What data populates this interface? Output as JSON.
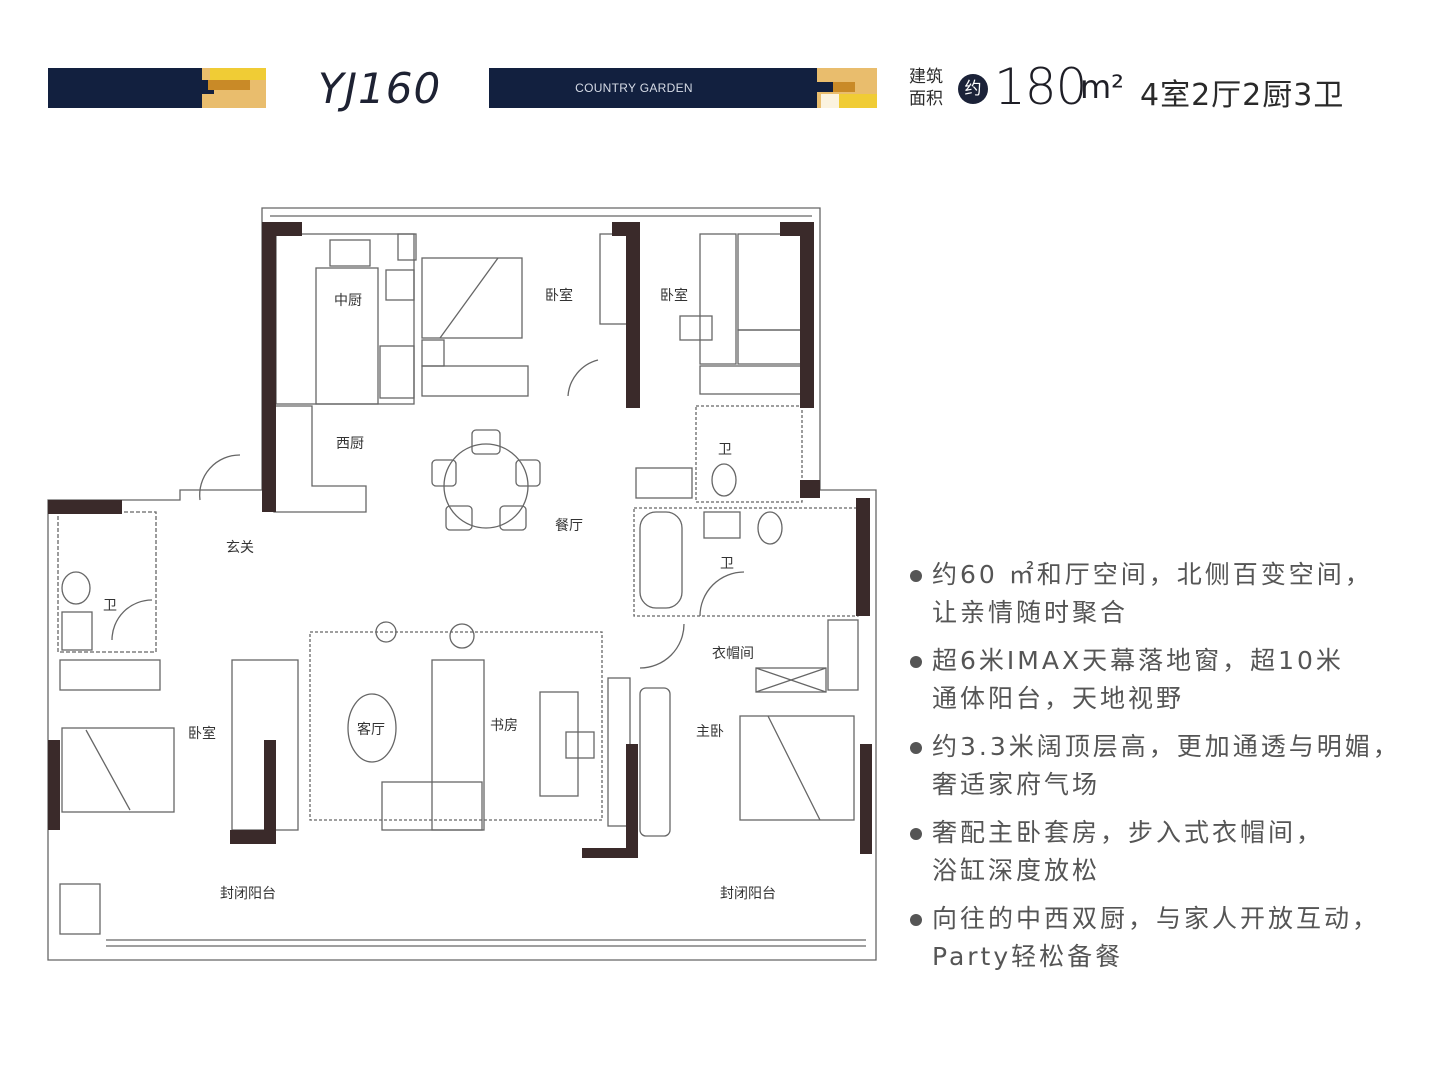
{
  "header": {
    "model": "YJ160",
    "brand": "COUNTRY GARDEN",
    "area_label_line1": "建筑",
    "area_label_line2": "面积",
    "approx_badge": "约",
    "area_value": "180",
    "area_unit": "m²",
    "layout": "4室2厅2厨3卫",
    "colors": {
      "navy": "#12203f",
      "gold": "#e9bd6d",
      "yellow": "#f0cc35",
      "amber": "#c98a27"
    }
  },
  "floorplan": {
    "wall_color": "#3a2a2a",
    "line_color": "#555555",
    "rooms": {
      "chinese_kitchen": "中厨",
      "bedroom_north_1": "卧室",
      "bedroom_north_2": "卧室",
      "western_kitchen": "西厨",
      "dining": "餐厅",
      "entrance": "玄关",
      "bath_west": "卫",
      "bath_north": "卫",
      "bath_master": "卫",
      "walk_in_closet": "衣帽间",
      "bedroom_west": "卧室",
      "living": "客厅",
      "study": "书房",
      "master_bedroom": "主卧",
      "balcony_west": "封闭阳台",
      "balcony_east": "封闭阳台"
    }
  },
  "features": [
    {
      "line1": "约60 ㎡和厅空间，北侧百变空间，",
      "line2": "让亲情随时聚合"
    },
    {
      "line1": "超6米IMAX天幕落地窗，超10米",
      "line2": "通体阳台，天地视野"
    },
    {
      "line1": "约3.3米阔顶层高，更加通透与明媚，",
      "line2": "奢适家府气场"
    },
    {
      "line1": "奢配主卧套房，步入式衣帽间，",
      "line2": "浴缸深度放松"
    },
    {
      "line1": "向往的中西双厨，与家人开放互动，",
      "line2": "Party轻松备餐"
    }
  ]
}
